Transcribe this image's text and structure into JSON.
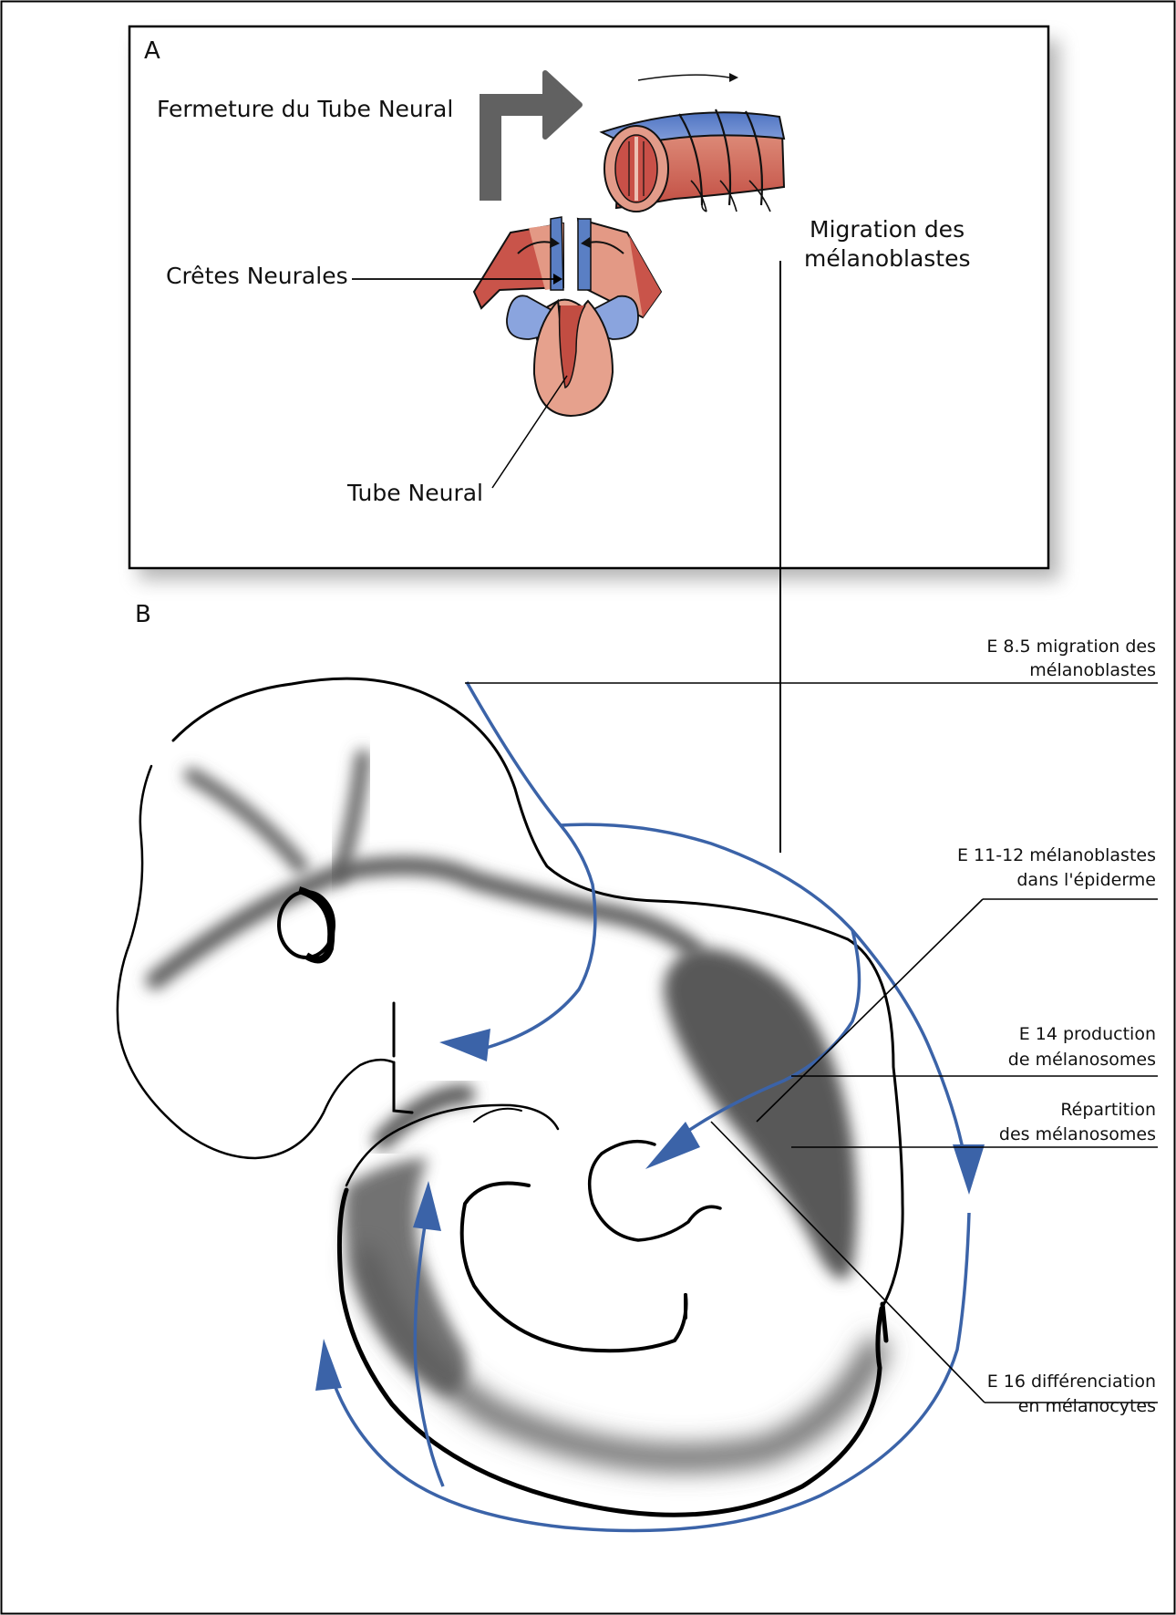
{
  "panel_a": {
    "letter": "A",
    "title": "Fermeture du Tube Neural",
    "neural_crest": "Crêtes Neurales",
    "neural_tube": "Tube  Neural",
    "migration": [
      "Migration des",
      "mélanoblastes"
    ]
  },
  "panel_b": {
    "letter": "B",
    "stages": [
      {
        "line1": "E 8.5   migration des",
        "line2": "mélanoblastes"
      },
      {
        "line1": "E 11-12  mélanoblastes",
        "line2": "dans l'épiderme"
      },
      {
        "line1": "E 14  production",
        "line2": "de mélanosomes"
      },
      {
        "line1": "Répartition",
        "line2": "des mélanosomes"
      },
      {
        "line1": "E 16  différenciation",
        "line2": "en mélanocytes"
      }
    ]
  },
  "colors": {
    "migration_blue": "#3b63a8",
    "crest_blue": "#5a7fc4",
    "tissue_red": "#c9544a",
    "tissue_pink": "#e8a28f",
    "pigment_gray": "#5a5a5a",
    "arrow_gray": "#616161"
  }
}
